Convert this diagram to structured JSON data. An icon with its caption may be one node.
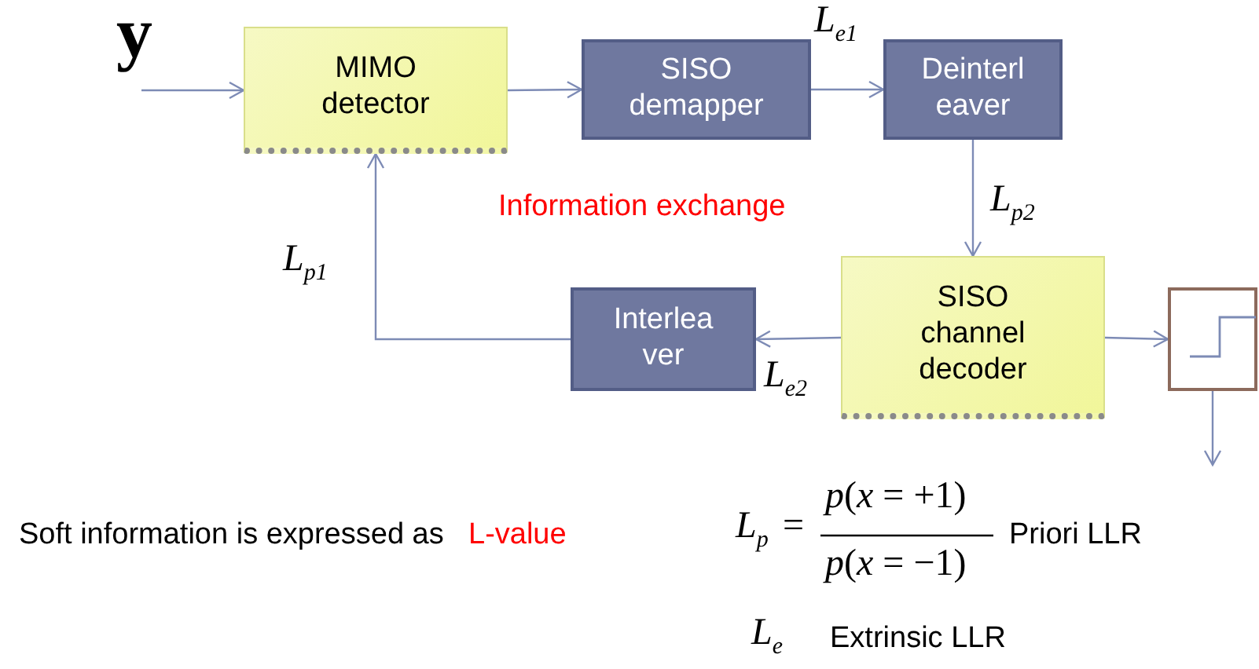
{
  "diagram": {
    "nodes": [
      {
        "text": [
          "MIMO detector"
        ]
      },
      {
        "text": [
          "SISO demapper"
        ]
      },
      {
        "text": [
          "Deinterl eaver"
        ]
      },
      {
        "text": [
          "SISO channel decoder"
        ]
      },
      {
        "text": [
          "Interlea ver"
        ]
      },
      {
        "text": [],
        "shape": "box"
      }
    ],
    "edges": [
      {
        "from": null,
        "to": 0,
        "arrow": "to"
      },
      {
        "from": 0,
        "to": 1,
        "arrow": "to"
      },
      {
        "from": 1,
        "to": 2,
        "arrow": "to",
        "label": "L$_{e1}$"
      },
      {
        "from": 2,
        "to": 3,
        "arrow": "to",
        "label": "L$_{p2}$"
      },
      {
        "from": 3,
        "to": 4,
        "arrow": "to",
        "label": "L$_{e2}$"
      },
      {
        "from": 4,
        "to": 0,
        "arrow": "to",
        "label": "L$_{p1}$"
      },
      {
        "from": 3,
        "to": 5,
        "arrow": "to"
      },
      {
        "from": 5,
        "to": null,
        "arrow": "to"
      }
    ],
    "labels": [
      "y",
      "Information exchange",
      "Soft information is expressed as",
      "L-value",
      "L$_{p}$",
      "=",
      "*p*(*x* = +1)",
      "*p*(*x* = −1)",
      "Priori LLR",
      "L$_{e}$",
      "Extrinsic LLR"
    ]
  }
}
